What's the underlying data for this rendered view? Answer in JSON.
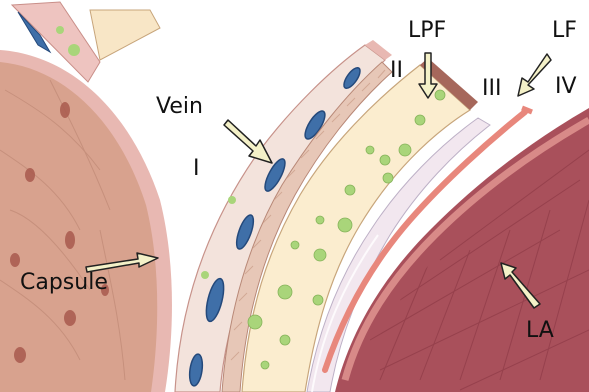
{
  "labels": {
    "vein": "Vein",
    "layer_1": "I",
    "layer_2": "II",
    "layer_3": "III",
    "layer_4": "IV",
    "lpf": "LPF",
    "lf": "LF",
    "capsule": "Capsule",
    "la": "LA"
  },
  "colors": {
    "background": "#ffffff",
    "capsule_tissue": "#d9a691",
    "capsule_rim": "#e9b8b3",
    "vessel_blue": "#3f6fa8",
    "fat_yellow": "#fbedcf",
    "globule_green": "#a9d57a",
    "fascia_pink": "#e8877c",
    "muscle_red": "#a9505b",
    "arrow_fill": "#f4f1c8"
  }
}
